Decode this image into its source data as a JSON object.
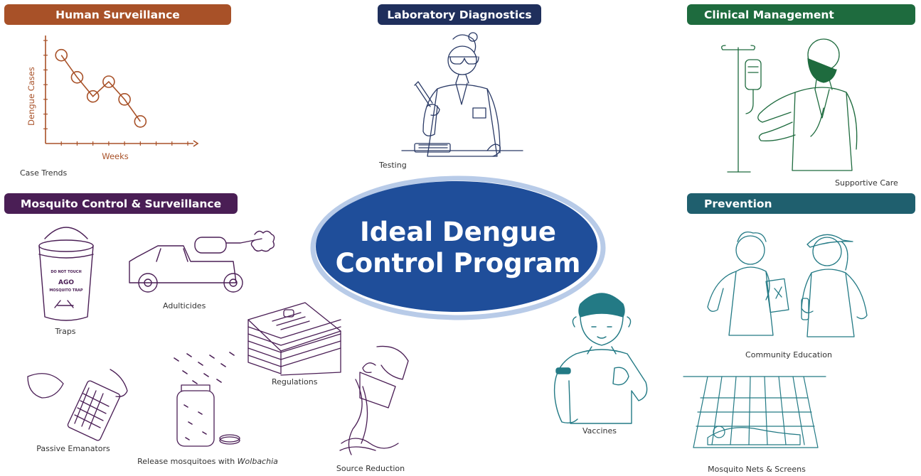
{
  "center": {
    "line1": "Ideal Dengue",
    "line2": "Control Program"
  },
  "colors": {
    "human_surveillance": "#A85128",
    "laboratory": "#1F2F5C",
    "clinical": "#1E6B3E",
    "mosquito_control": "#4A1E55",
    "prevention": "#1F5F6E",
    "center_fill": "#1F4E9A",
    "vaccine_line": "#237A85"
  },
  "sections": {
    "human_surveillance": {
      "title": "Human Surveillance",
      "chart_data": {
        "type": "line",
        "title": "",
        "xlabel": "Weeks",
        "ylabel": "Dengue Cases",
        "caption": "Case Trends",
        "x": [
          1,
          2,
          3,
          4,
          5,
          6
        ],
        "y": [
          6,
          4.5,
          3.2,
          4.2,
          3.0,
          1.5
        ],
        "ylim": [
          0,
          7
        ],
        "xlim": [
          0,
          9
        ],
        "grid": false
      }
    },
    "laboratory": {
      "title": "Laboratory Diagnostics",
      "items": [
        {
          "label": "Testing",
          "icon": "lab-technician-pipette-icon"
        }
      ]
    },
    "clinical": {
      "title": "Clinical Management",
      "items": [
        {
          "label": "Supportive Care",
          "icon": "doctor-iv-drip-icon"
        }
      ]
    },
    "mosquito_control": {
      "title": "Mosquito Control & Surveillance",
      "items": [
        {
          "label": "Traps",
          "icon": "bucket-trap-icon",
          "trap_text": [
            "DO NOT TOUCH",
            "AGO",
            "MOSQUITO TRAP"
          ]
        },
        {
          "label": "Adulticides",
          "icon": "spray-truck-icon"
        },
        {
          "label": "Regulations",
          "icon": "document-stack-icon"
        },
        {
          "label": "Passive Emanators",
          "icon": "emanator-device-icon"
        },
        {
          "label": "Release mosquitoes with ",
          "label_em": "Wolbachia",
          "icon": "mosquito-jar-icon"
        },
        {
          "label": "Source Reduction",
          "icon": "bucket-pour-icon"
        }
      ]
    },
    "prevention": {
      "title": "Prevention",
      "items": [
        {
          "label": "Community Education",
          "icon": "people-pamphlet-icon"
        },
        {
          "label": "Vaccines",
          "icon": "vaccinated-child-icon"
        },
        {
          "label": "Mosquito Nets & Screens",
          "icon": "bed-net-icon"
        }
      ]
    }
  }
}
